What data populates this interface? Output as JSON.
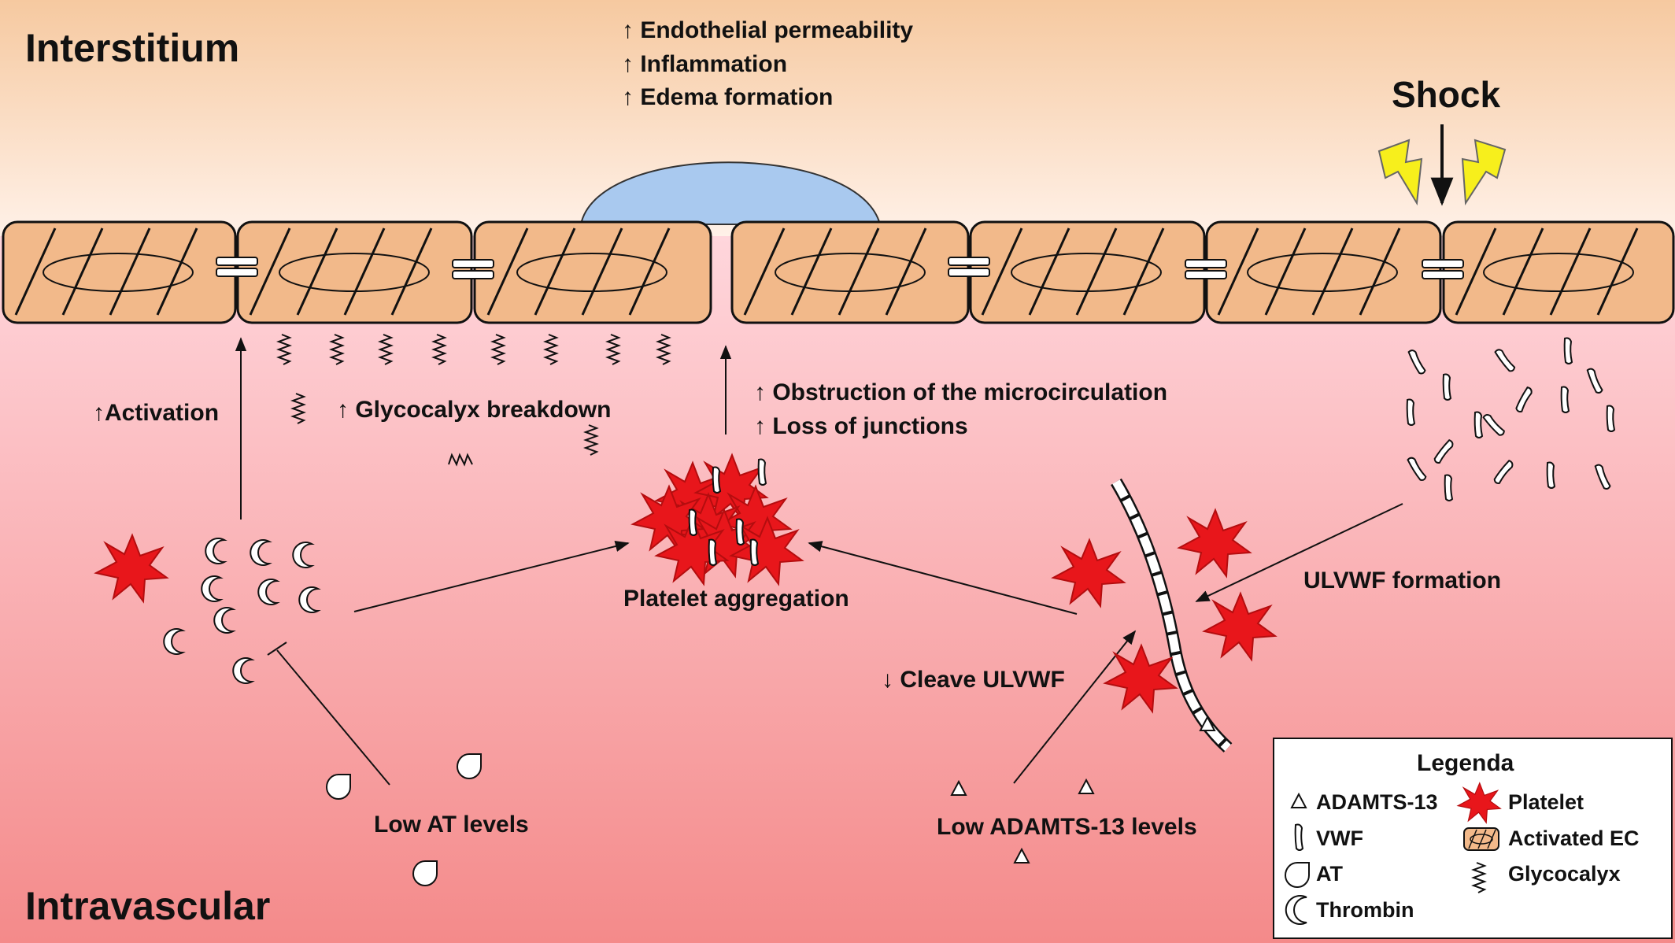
{
  "regions": {
    "top": "Interstitium",
    "bottom": "Intravascular"
  },
  "effects": [
    "↑ Endothelial permeability",
    "↑ Inflammation",
    "↑ Edema formation"
  ],
  "shock": "Shock",
  "labels": {
    "activation": "↑Activation",
    "glycocalyx_breakdown": "↑  Glycocalyx breakdown",
    "obstruction": "↑ Obstruction of the microcirculation",
    "loss_junctions": "↑ Loss of junctions",
    "platelet_aggregation": "Platelet aggregation",
    "ulvwf_formation": "ULVWF formation",
    "cleave_ulvwf": "↓ Cleave ULVWF",
    "low_at": "Low AT levels",
    "low_adamts": "Low ADAMTS-13 levels"
  },
  "legend": {
    "title": "Legenda",
    "items": [
      {
        "icon": "triangle-icon",
        "label": "ADAMTS-13"
      },
      {
        "icon": "platelet-icon",
        "label": "Platelet"
      },
      {
        "icon": "vwf-icon",
        "label": "VWF"
      },
      {
        "icon": "activated-ec-icon",
        "label": "Activated EC"
      },
      {
        "icon": "at-icon",
        "label": "AT"
      },
      {
        "icon": "glycocalyx-icon",
        "label": "Glycocalyx"
      },
      {
        "icon": "thrombin-icon",
        "label": "Thrombin"
      }
    ]
  },
  "colors": {
    "interstitium_top": "#f6c9a0",
    "interstitium_bottom": "#fff1e8",
    "intravascular_top": "#ffd6dc",
    "intravascular_bottom": "#f48a8a",
    "cell_fill": "#f2b98a",
    "platelet": "#e8161b",
    "edema": "#a9c9ef",
    "bolt": "#f7ef1c"
  }
}
